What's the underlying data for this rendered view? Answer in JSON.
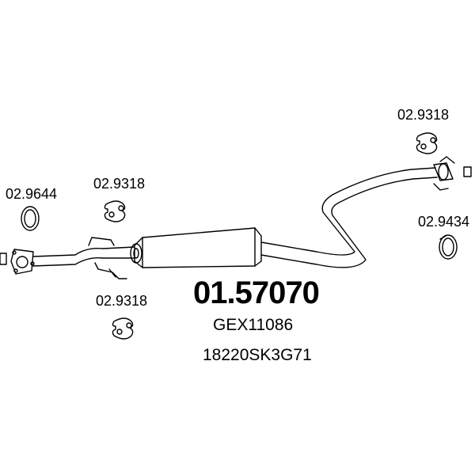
{
  "product": {
    "part_number": "01.57070",
    "oem_references": [
      "GEX11086",
      "18220SK3G71"
    ]
  },
  "callouts": {
    "gasket_front": "02.9644",
    "hanger_top_left": "02.9318",
    "hanger_bottom_left": "02.9318",
    "hanger_top_right": "02.9318",
    "ring_right": "02.9434"
  },
  "colors": {
    "line": "#000000",
    "background": "#ffffff",
    "text": "#000000"
  }
}
